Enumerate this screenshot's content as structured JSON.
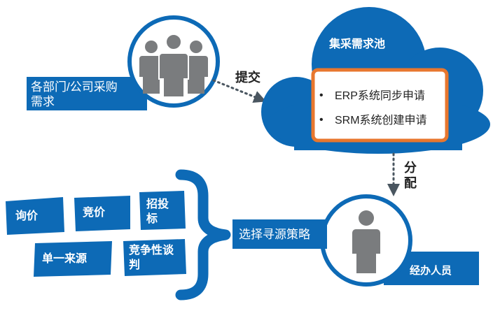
{
  "colors": {
    "blue": "#0d6ab6",
    "white": "#ffffff",
    "orange": "#e8772e",
    "gray": "#7a7c7e",
    "text_dark": "#222222",
    "dotted": "#4a5660"
  },
  "departments": {
    "label_line1": "各部门/公司采购",
    "label_line2": "需求",
    "icon": "people-group-icon"
  },
  "submit_label": "提交",
  "pool": {
    "title": "集采需求池",
    "items": [
      "ERP系统同步申请",
      "SRM系统创建申请"
    ],
    "bullet": "•"
  },
  "distribute_label": [
    "分",
    "配"
  ],
  "handler": {
    "label": "经办人员",
    "icon": "person-icon"
  },
  "strategy_label": "选择寻源策略",
  "methods": [
    {
      "lines": [
        "询价"
      ]
    },
    {
      "lines": [
        "竞价"
      ]
    },
    {
      "lines": [
        "招投",
        "标"
      ]
    },
    {
      "lines": [
        "单一来源"
      ]
    },
    {
      "lines": [
        "竞争性谈",
        "判"
      ]
    }
  ]
}
